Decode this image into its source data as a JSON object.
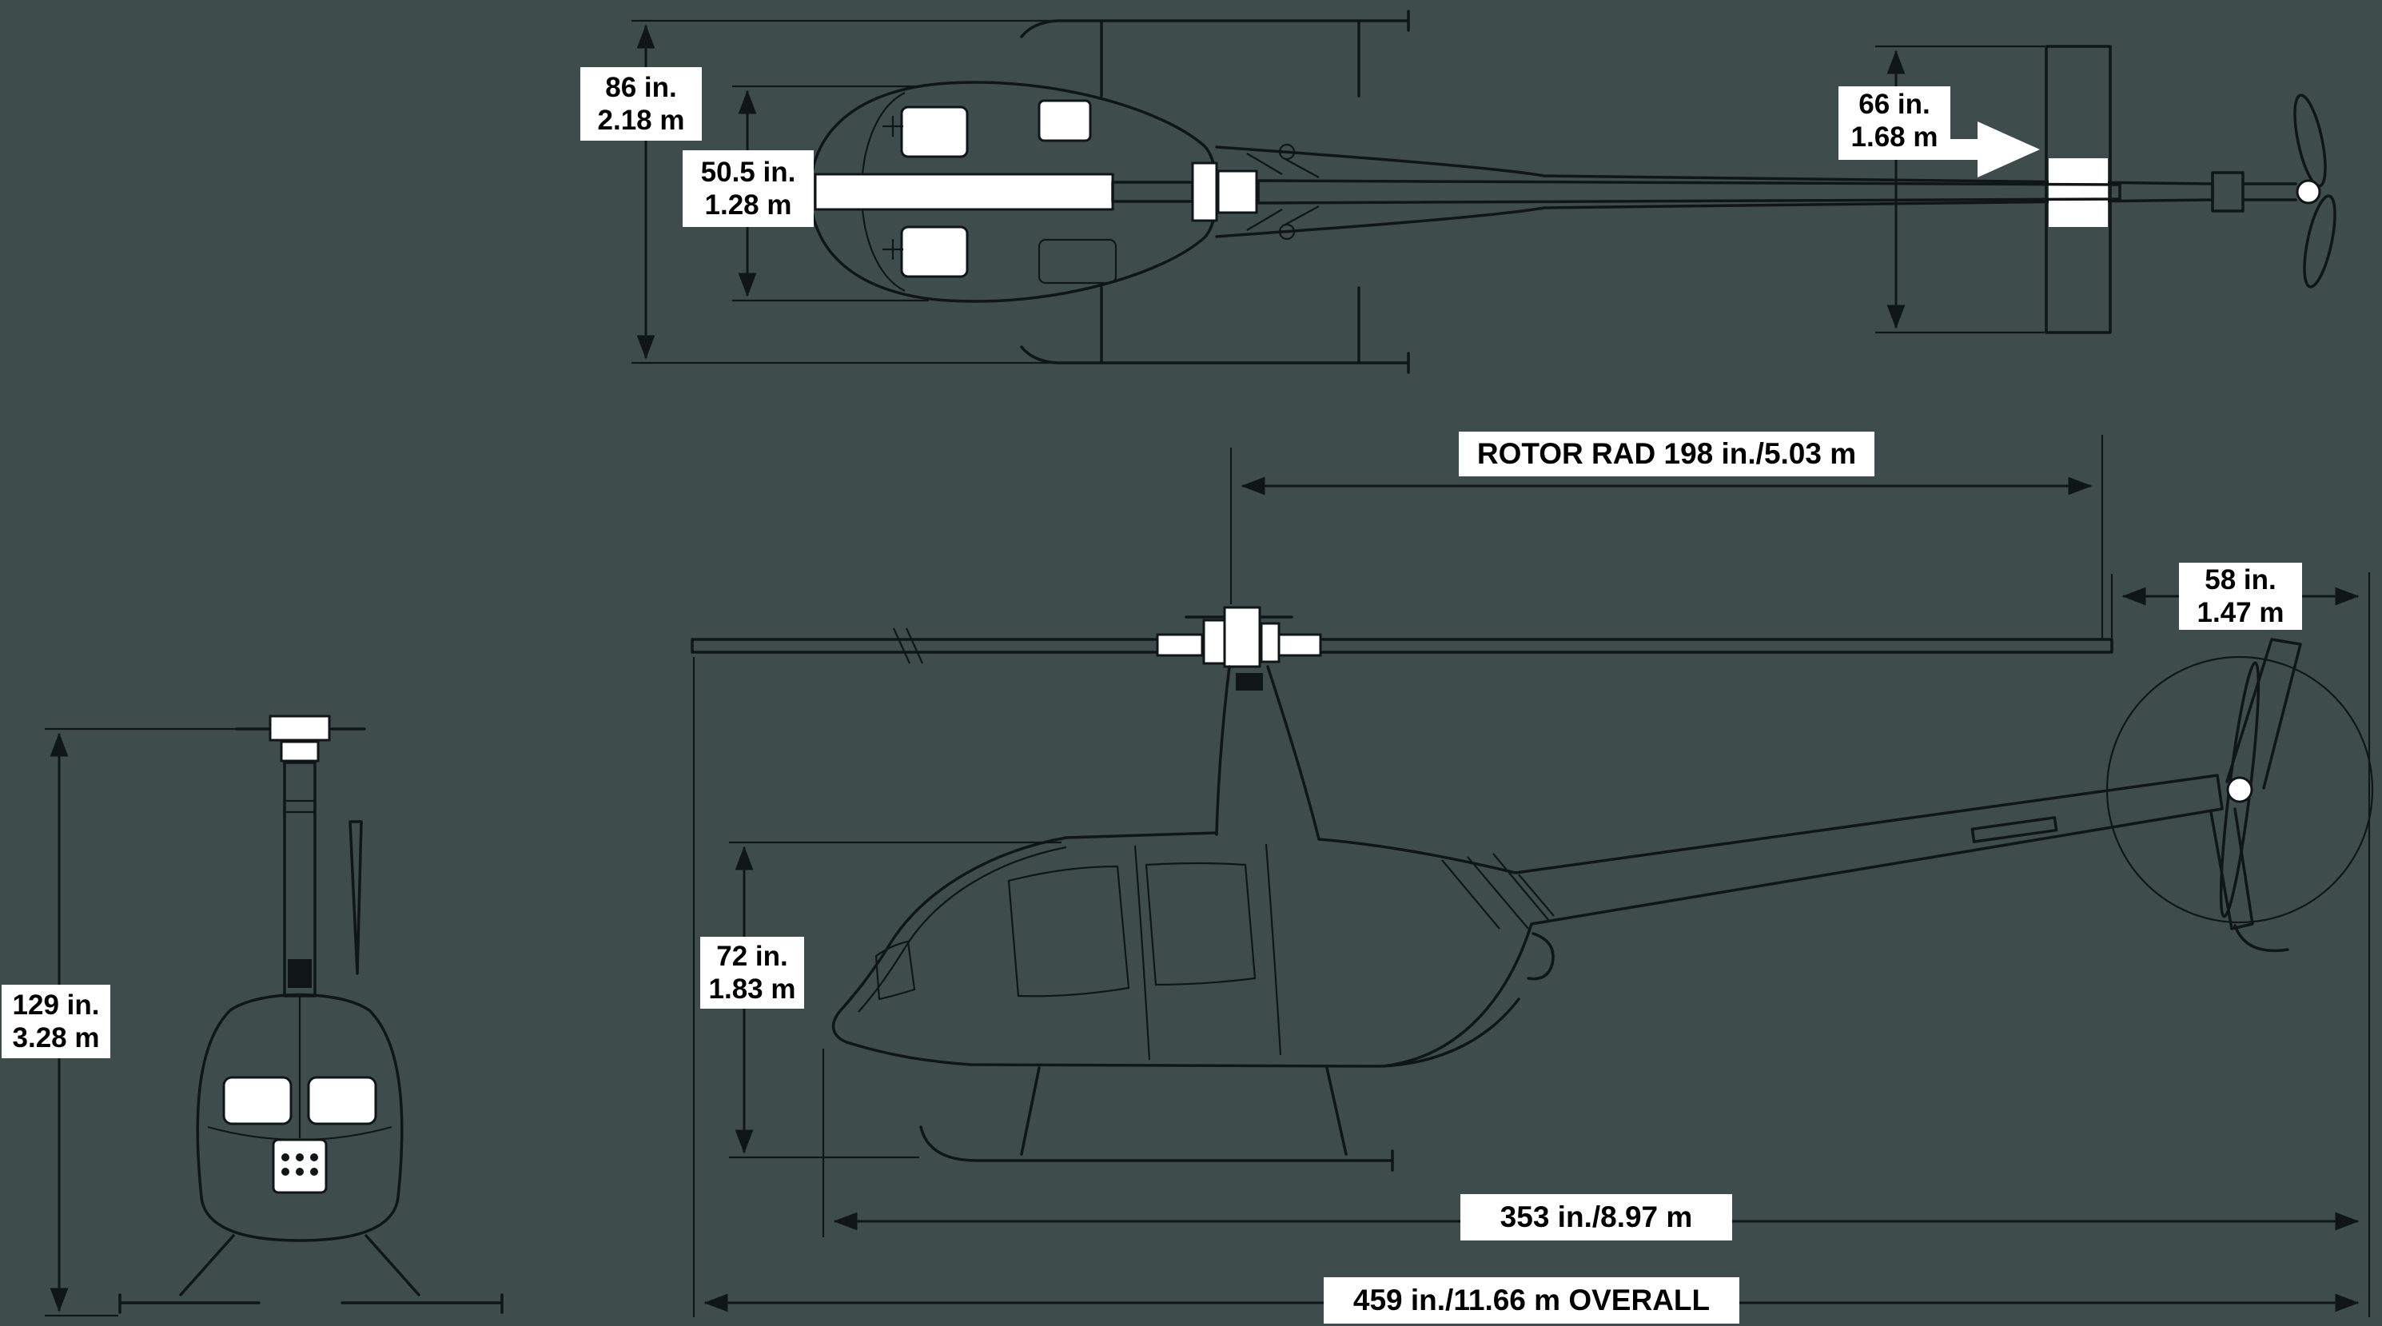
{
  "colors": {
    "background": "#3e4d4b",
    "line": "#101517",
    "label_bg": "#ffffff",
    "label_text": "#000000"
  },
  "dims": {
    "skid_width": {
      "in": "86 in.",
      "m": "2.18 m"
    },
    "cabin_width": {
      "in": "50.5 in.",
      "m": "1.28 m"
    },
    "stabilizer_span": {
      "in": "66 in.",
      "m": "1.68 m"
    },
    "rotor_radius": {
      "label": "ROTOR RAD 198 in./5.03 m"
    },
    "tail_rotor": {
      "in": "58 in.",
      "m": "1.47 m"
    },
    "cabin_height": {
      "in": "72 in.",
      "m": "1.83 m"
    },
    "overall_height": {
      "in": "129 in.",
      "m": "3.28 m"
    },
    "fuselage_length": {
      "label": "353 in./8.97 m"
    },
    "overall_length": {
      "label": "459 in./11.66 m OVERALL"
    }
  }
}
